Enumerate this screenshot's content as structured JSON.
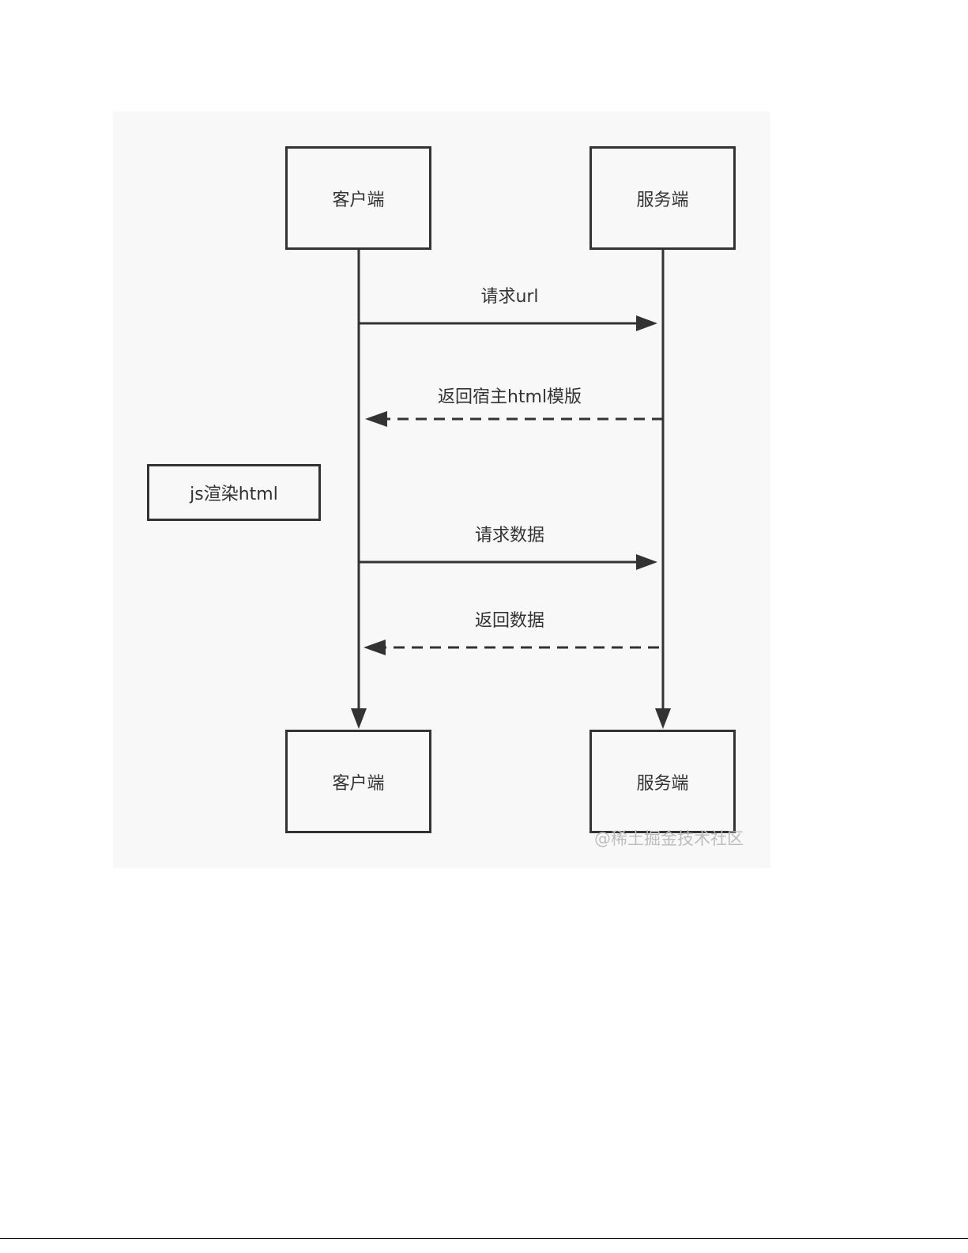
{
  "diagram": {
    "participants": {
      "client_top": "客户端",
      "server_top": "服务端",
      "client_bottom": "客户端",
      "server_bottom": "服务端"
    },
    "messages": [
      {
        "label": "请求url",
        "direction": "client-to-server",
        "style": "solid"
      },
      {
        "label": "返回宿主html模版",
        "direction": "server-to-client",
        "style": "dashed"
      },
      {
        "label": "请求数据",
        "direction": "client-to-server",
        "style": "solid"
      },
      {
        "label": "返回数据",
        "direction": "server-to-client",
        "style": "dashed"
      }
    ],
    "note": "js渲染html",
    "watermark": "@稀土掘金技术社区",
    "colors": {
      "line": "#333333",
      "background": "#f8f8f8",
      "watermark": "#bdbdbd"
    }
  }
}
